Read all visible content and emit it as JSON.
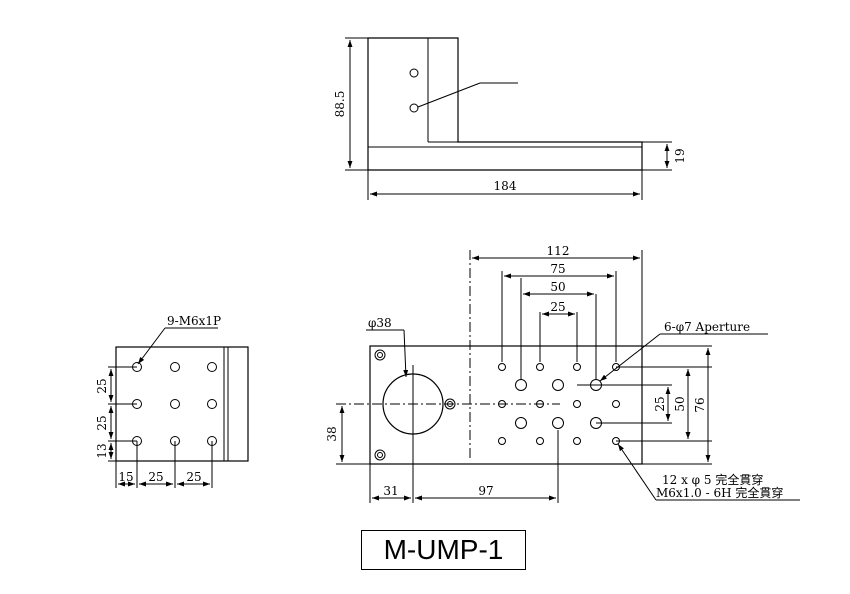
{
  "model_label": "M-UMP-1",
  "top_view": {
    "height": "88.5",
    "thickness": "19",
    "length": "184"
  },
  "side_view": {
    "thread_callout": "9-M6x1P",
    "vertical_dims": [
      "25",
      "25",
      "13"
    ],
    "horizontal_dims": [
      "15",
      "25",
      "25"
    ]
  },
  "plate_view": {
    "hole_callout": "φ38",
    "aperture_callout": "6-φ7 Aperture",
    "hole_note_1": "12 x φ 5 完全貫穿",
    "hole_note_2": "M6x1.0 - 6H 完全貫穿",
    "top_dims": [
      "112",
      "75",
      "50",
      "25"
    ],
    "left_dim": "38",
    "bottom_dims": [
      "31",
      "97"
    ],
    "right_dims": [
      "25",
      "50",
      "76"
    ]
  }
}
